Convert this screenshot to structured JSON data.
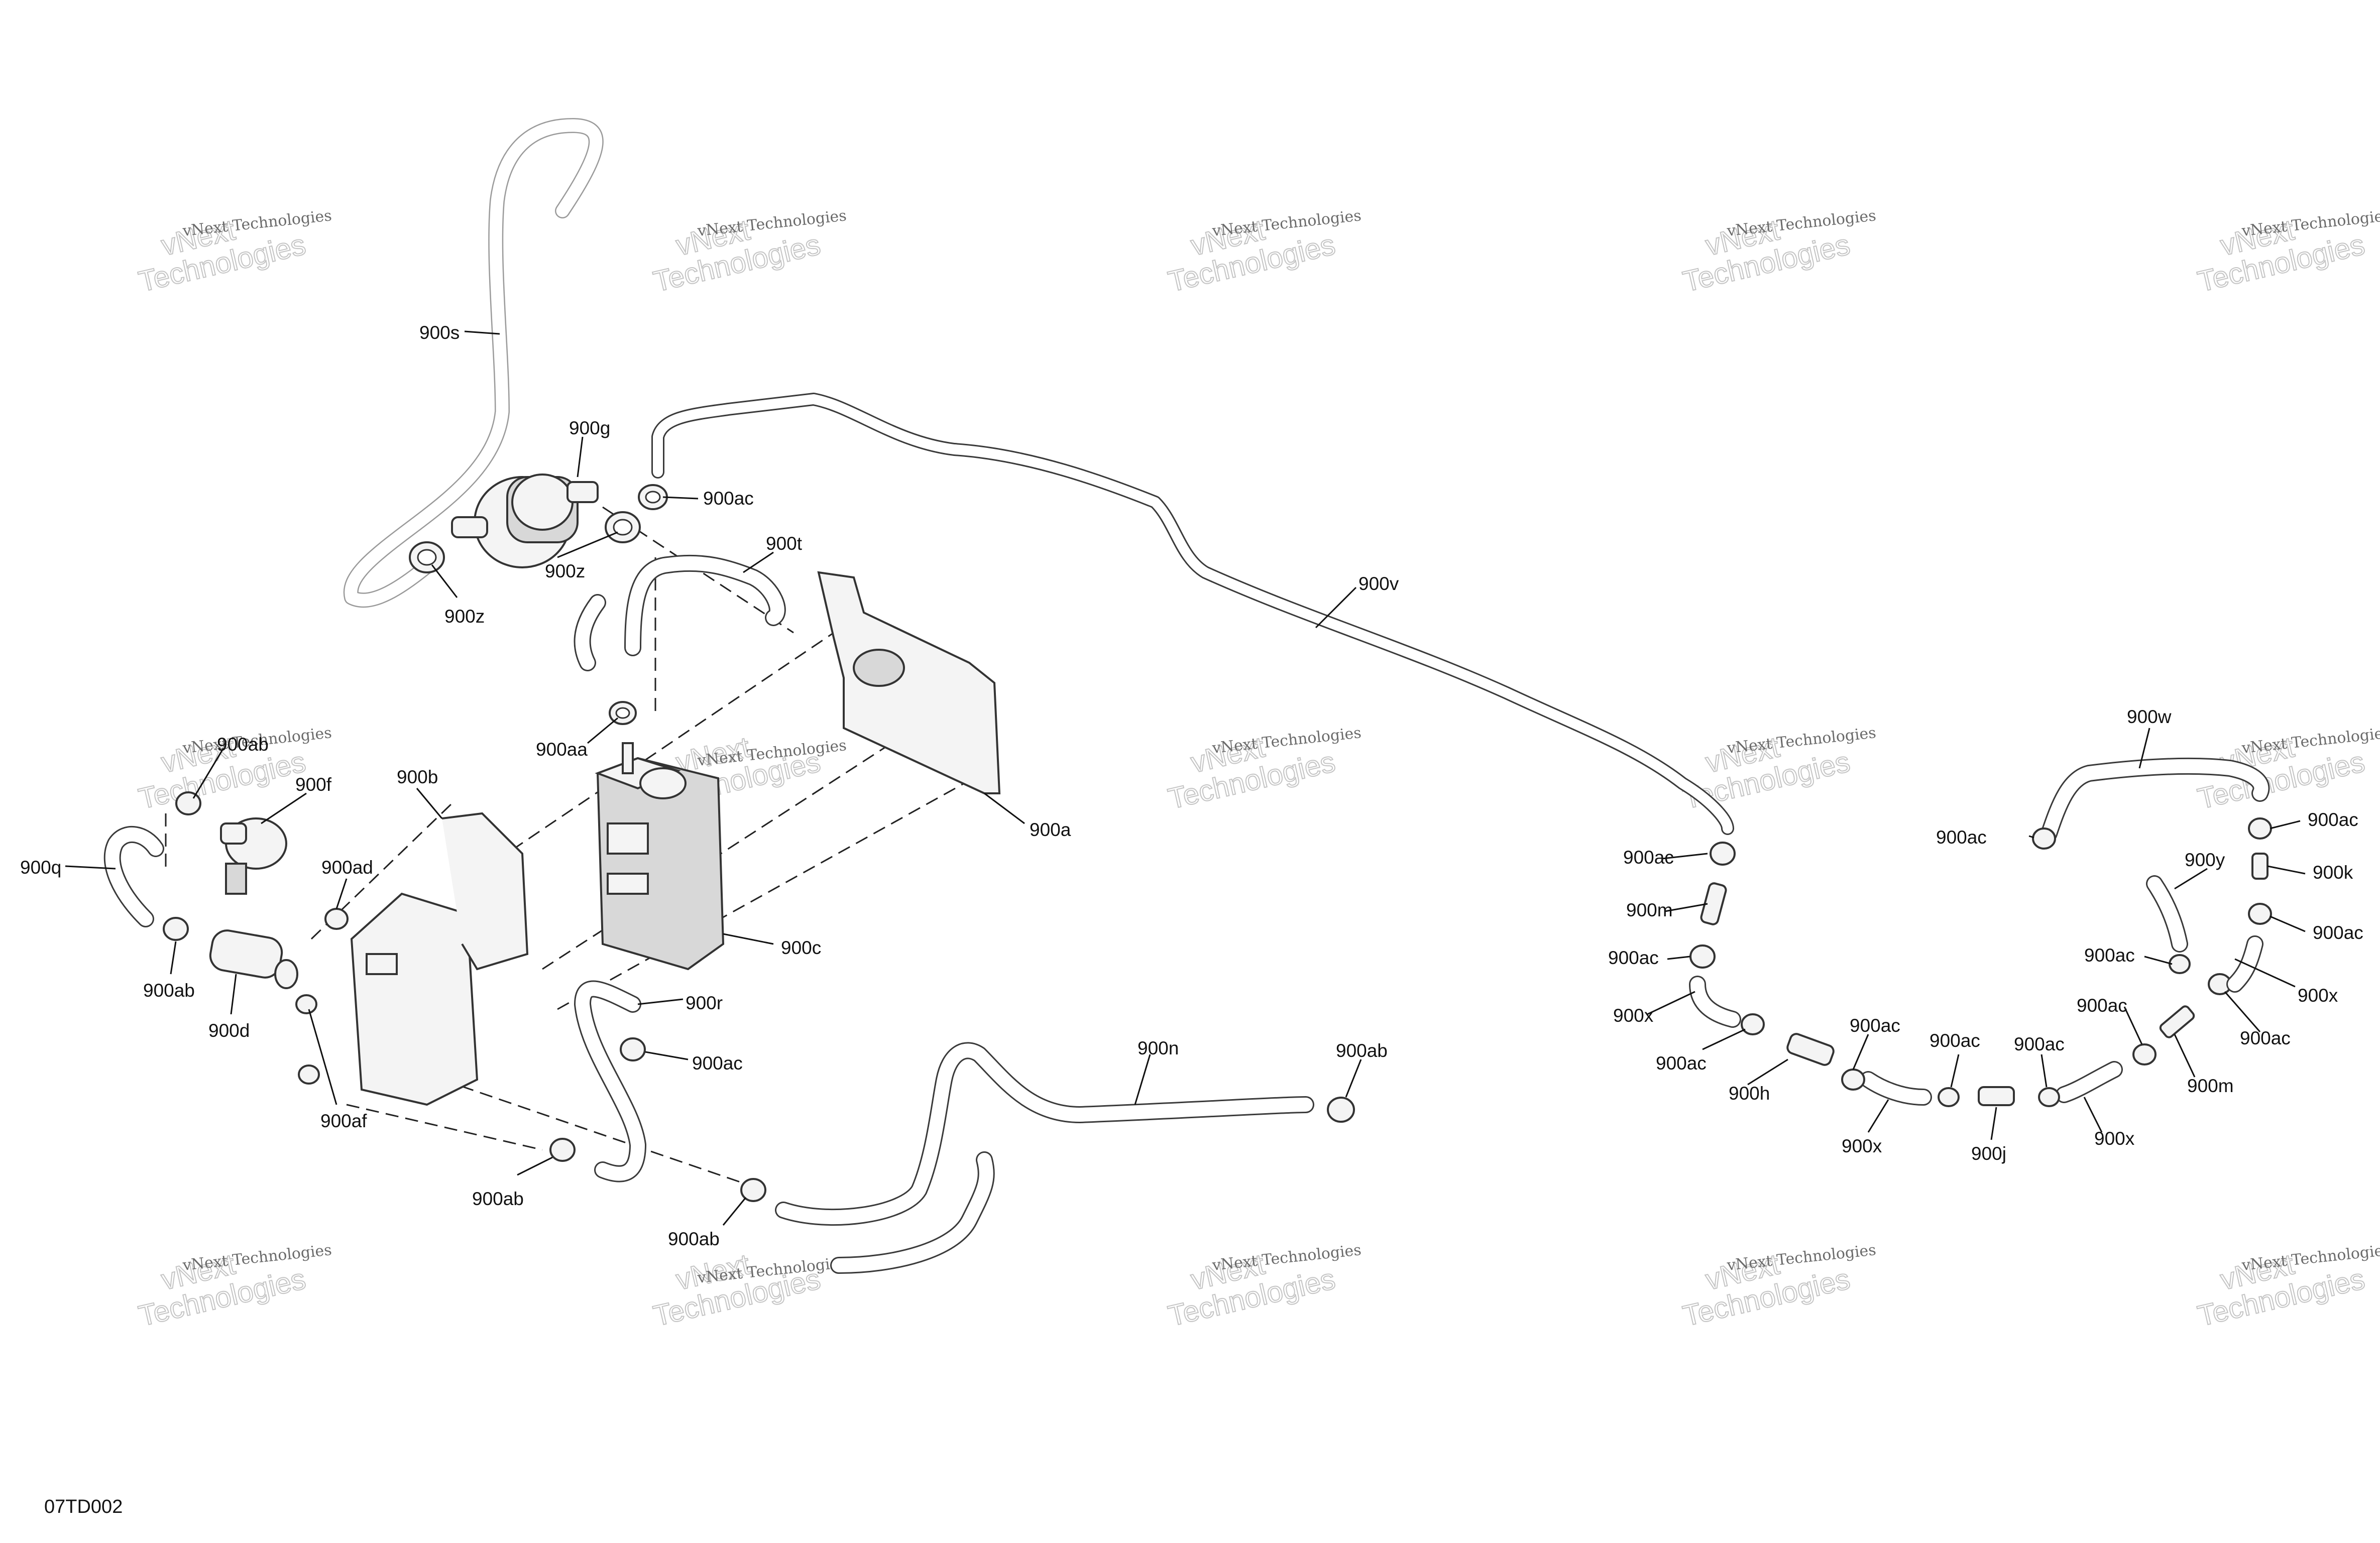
{
  "document_id": "07TD002",
  "watermark": {
    "line1": "vNext Technologies",
    "line2_a": "vNext",
    "line2_b": "Technologies"
  },
  "callouts": {
    "c900s": "900s",
    "c900g": "900g",
    "c900ac_top": "900ac",
    "c900z_a": "900z",
    "c900z_b": "900z",
    "c900t": "900t",
    "c900v": "900v",
    "c900aa": "900aa",
    "c900ab_top": "900ab",
    "c900f": "900f",
    "c900b": "900b",
    "c900a": "900a",
    "c900q": "900q",
    "c900ad": "900ad",
    "c900ab_left": "900ab",
    "c900d": "900d",
    "c900c": "900c",
    "c900r": "900r",
    "c900ac_mid": "900ac",
    "c900af": "900af",
    "c900n": "900n",
    "c900ab_right": "900ab",
    "c900ab_bottom1": "900ab",
    "c900ab_bottom2": "900ab",
    "c900w": "900w",
    "c900ac_r1": "900ac",
    "c900ac_r2": "900ac",
    "c900k": "900k",
    "c900ac_r3": "900ac",
    "c900y": "900y",
    "c900ac_r4": "900ac",
    "c900ac_r5": "900ac",
    "c900x_r1": "900x",
    "c900ac_r6": "900ac",
    "c900m_r": "900m",
    "c900ac_l1": "900ac",
    "c900m_l": "900m",
    "c900ac_l2": "900ac",
    "c900x_l1": "900x",
    "c900ac_l3": "900ac",
    "c900h": "900h",
    "c900ac_b1": "900ac",
    "c900x_b1": "900x",
    "c900ac_b2": "900ac",
    "c900j": "900j",
    "c900ac_b3": "900ac",
    "c900x_b2": "900x"
  }
}
